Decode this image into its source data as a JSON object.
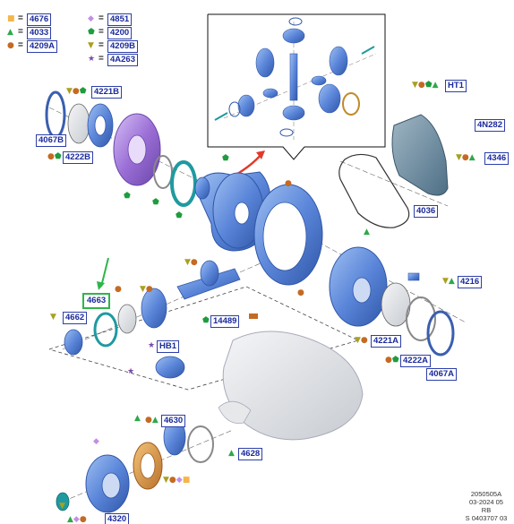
{
  "legend": [
    {
      "key": "square",
      "color": "#f5b54a",
      "code": "4676"
    },
    {
      "key": "diamond",
      "color": "#c28ee6",
      "code": "4851"
    },
    {
      "key": "triangle",
      "color": "#2fa84a",
      "code": "4033"
    },
    {
      "key": "pentagon",
      "color": "#1e9c3e",
      "code": "4200"
    },
    {
      "key": "circle",
      "color": "#c46a22",
      "code": "4209A"
    },
    {
      "key": "tri-down",
      "color": "#a8a020",
      "code": "4209B"
    },
    {
      "key": "star",
      "color": "#7a4aa8",
      "code": "4A263"
    }
  ],
  "callouts": {
    "c4221B": "4221B",
    "c4067B": "4067B",
    "c4222B": "4222B",
    "cHT1": "HT1",
    "c4N282": "4N282",
    "c4346": "4346",
    "c4036": "4036",
    "c4216": "4216",
    "c4663": "4663",
    "c4662": "4662",
    "c14489": "14489",
    "cHB1": "HB1",
    "c4221A": "4221A",
    "c4222A": "4222A",
    "c4067A": "4067A",
    "c4630": "4630",
    "c4628": "4628",
    "c4320": "4320"
  },
  "footer": {
    "line1": "2050505A",
    "line2": "03-2024 05",
    "line3": "RB",
    "line4": "S 0403707 03"
  },
  "colors": {
    "part_blue": "#5b86d9",
    "part_blue_dark": "#3a5fb0",
    "part_purple": "#9b6fd6",
    "teal_ring": "#1f9aa0",
    "housing_grey": "#d7d9dc",
    "callout_border": "#2d3fa8",
    "highlight_green": "#2fb54a",
    "arrow_red": "#e03a2a"
  }
}
